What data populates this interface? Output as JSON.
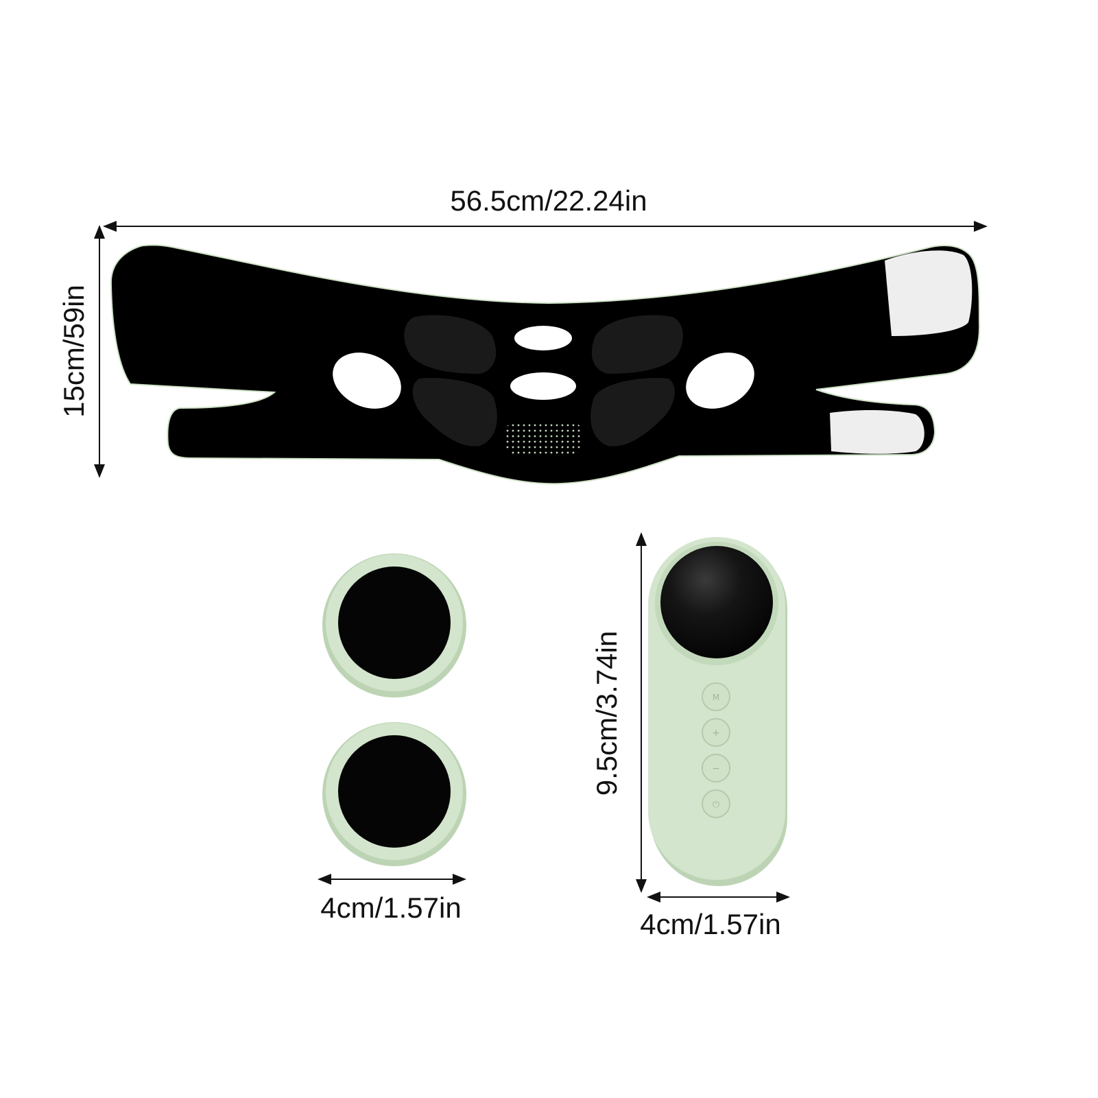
{
  "colors": {
    "background": "#ffffff",
    "strap_green": "#d9ead4",
    "strap_shade": "#c9ddc3",
    "device_green": "#d3e5cc",
    "device_rim": "#bcd4b4",
    "electrode_black": "#1a1a1a",
    "velcro_white": "#eeeeee",
    "dimension_line": "#111111"
  },
  "dimensions": {
    "strap_width": "56.5cm/22.24in",
    "strap_height": "15cm/59in",
    "pad_diameter": "4cm/1.57in",
    "controller_height": "9.5cm/3.74in",
    "controller_width": "4cm/1.57in"
  },
  "icons": {
    "controller_buttons": [
      "mode-icon",
      "intensity-up-icon",
      "intensity-down-icon",
      "power-icon"
    ]
  }
}
